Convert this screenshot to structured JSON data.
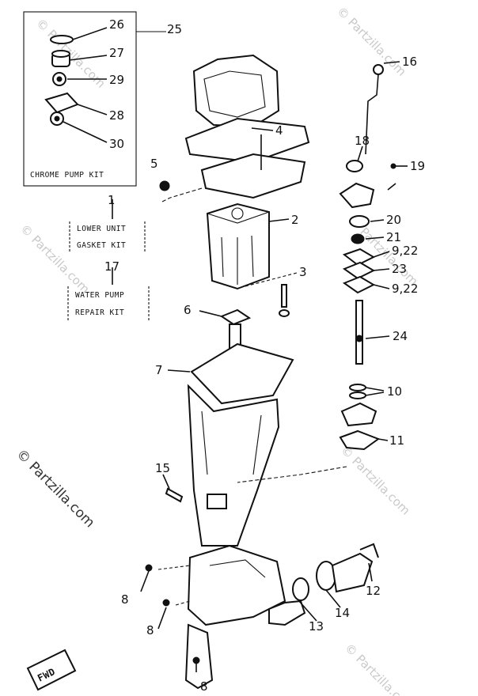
{
  "watermark": "© Partzilla.com",
  "callouts": {
    "c1": "1",
    "c2": "2",
    "c3": "3",
    "c4": "4",
    "c5": "5",
    "c6": "6",
    "c7": "7",
    "c8a": "8",
    "c8b": "8",
    "c8c": "8",
    "c922a": "9,22",
    "c922b": "9,22",
    "c10": "10",
    "c11": "11",
    "c12": "12",
    "c13": "13",
    "c14": "14",
    "c15": "15",
    "c16": "16",
    "c17": "17",
    "c18": "18",
    "c19": "19",
    "c20": "20",
    "c21": "21",
    "c23": "23",
    "c24": "24",
    "c25": "25",
    "c26": "26",
    "c27": "27",
    "c28": "28",
    "c29": "29",
    "c30": "30"
  },
  "kits": {
    "chrome_pump": "CHROME PUMP KIT",
    "lower_unit_line1": "LOWER UNIT",
    "lower_unit_line2": "GASKET KIT",
    "water_pump_line1": "WATER PUMP",
    "water_pump_line2": "REPAIR KIT"
  },
  "direction_tag": "FWD"
}
